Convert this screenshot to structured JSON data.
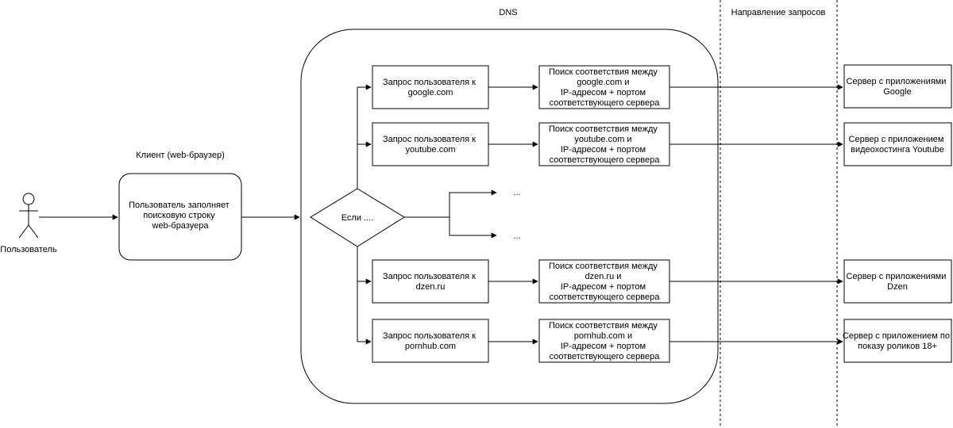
{
  "labels": {
    "dns": "DNS",
    "direction": "Направление запросов",
    "client": "Клиент (web-браузер)",
    "user": "Пользователь"
  },
  "client_box": [
    "Пользователь заполняет",
    "поисковую строку",
    "web-бразуера"
  ],
  "decision": "Если ....",
  "ellipsis": [
    "...",
    "..."
  ],
  "rows": [
    {
      "request": [
        "Запрос пользователя к",
        "google.com"
      ],
      "lookup": [
        "Поиск соответствия между",
        "google.com и",
        "IP-адресом + портом",
        "соответствующего сервера"
      ],
      "server": [
        "Сервер с приложениями",
        "Google"
      ]
    },
    {
      "request": [
        "Запрос пользователя к",
        "youtube.com"
      ],
      "lookup": [
        "Поиск соответствия между",
        "youtube.com и",
        "IP-адресом + портом",
        "соответствующего сервера"
      ],
      "server": [
        "Сервер с приложением",
        "видеохостинга Youtube"
      ]
    },
    {
      "request": [
        "Запрос пользователя к",
        "dzen.ru"
      ],
      "lookup": [
        "Поиск соответствия между",
        "dzen.ru и",
        "IP-адресом + портом",
        "соответствующего сервера"
      ],
      "server": [
        "Сервер с приложениями",
        "Dzen"
      ]
    },
    {
      "request": [
        "Запрос пользователя к",
        "pornhub.com"
      ],
      "lookup": [
        "Поиск соответствия между",
        "pornhub.com и",
        "IP-адресом + портом",
        "соответствующего сервера"
      ],
      "server": [
        "Сервер с приложением по",
        "показу роликов 18+"
      ]
    }
  ]
}
